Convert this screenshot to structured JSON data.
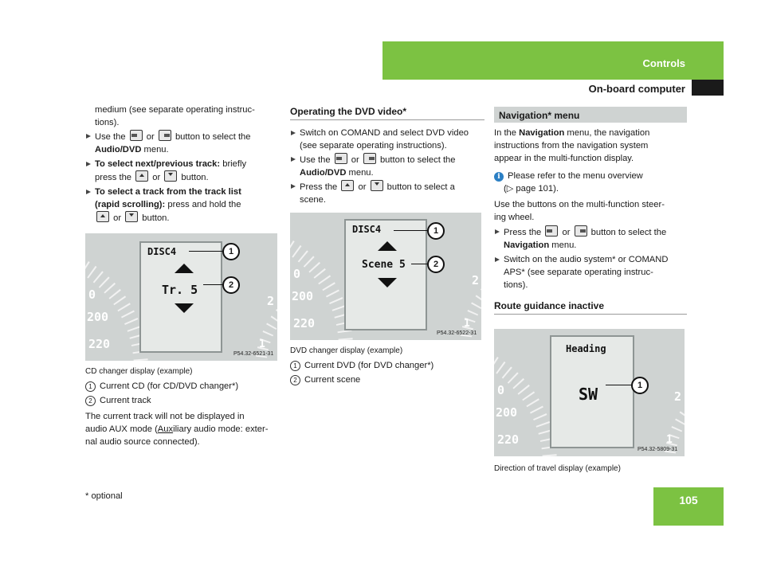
{
  "header": {
    "section": "Controls",
    "title": "On-board computer",
    "colors": {
      "green": "#7cc242",
      "black": "#1a1a1a"
    }
  },
  "col1": {
    "intro": "medium (see separate operating instruc-\ntions).",
    "b1_pre": "Use the",
    "b1_or": "or",
    "b1_post": "button to select the",
    "b1_menu": "Audio/DVD",
    "b1_menu_suffix": " menu.",
    "b2_bold": "To select next/previous track:",
    "b2_rest": " briefly",
    "b2_line2_pre": "press the",
    "b2_line2_or": "or",
    "b2_line2_post": "button.",
    "b3_bold": "To select a track from the track list\n(rapid scrolling):",
    "b3_rest": " press and hold the",
    "b3_line2_or": "or",
    "b3_line2_post": "button.",
    "fig_code": "P54.32-6521-31",
    "lcd_title": "DISC4",
    "lcd_track": "Tr. 5",
    "caption": "CD changer display (example)",
    "legend1": "Current CD (for CD/DVD changer*)",
    "legend2": "Current track",
    "note_line1": "The current track will not be displayed in",
    "note_line2_pre": "audio AUX mode (",
    "note_aux": "Aux",
    "note_line2_post": "iliary audio mode: exter-",
    "note_line3": "nal audio source connected)."
  },
  "col2": {
    "heading": "Operating the DVD video*",
    "b1": "Switch on COMAND and select DVD video\n(see separate operating instructions).",
    "b2_pre": "Use the",
    "b2_or": "or",
    "b2_post": "button to select the",
    "b2_menu": "Audio/DVD",
    "b2_menu_suffix": " menu.",
    "b3_pre": "Press the",
    "b3_or": "or",
    "b3_post": "button to select a",
    "b3_line2": "scene.",
    "fig_code": "P54.32-6522-31",
    "lcd_title": "DISC4",
    "lcd_scene": "Scene 5",
    "caption": "DVD changer display (example)",
    "legend1": "Current DVD (for DVD changer*)",
    "legend2": "Current scene"
  },
  "col3": {
    "heading": "Navigation* menu",
    "p1_pre": "In the ",
    "p1_bold": "Navigation",
    "p1_rest": " menu, the navigation\ninstructions from the navigation system\nappear in the multi-function display.",
    "info": "Please refer to the menu overview",
    "info_ref": "(▷ page 101).",
    "p2": "Use the buttons on the multi-function steer-\ning wheel.",
    "b1_pre": "Press the",
    "b1_or": "or",
    "b1_post": "button to select the",
    "b1_menu": "Navigation",
    "b1_menu_suffix": " menu.",
    "b2": "Switch on the audio system* or COMAND\nAPS* (see separate operating instruc-\ntions).",
    "subheading": "Route guidance inactive",
    "fig_code": "P54.32-5809-31",
    "lcd_title": "Heading",
    "lcd_dir": "SW",
    "caption": "Direction of travel display (example)"
  },
  "gauge_labels": {
    "l1": "0",
    "l2": "200",
    "l3": "220",
    "r1": "2",
    "r2": "1"
  },
  "callouts": {
    "one": "1",
    "two": "2"
  },
  "footer": {
    "note": "* optional",
    "page": "105"
  }
}
